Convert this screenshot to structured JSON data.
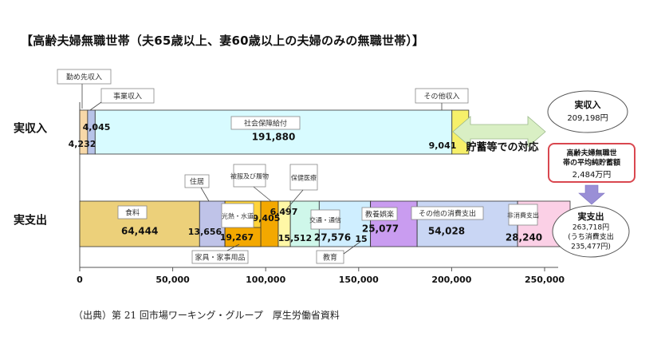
{
  "title": "【高齢夫婦無職世帯（夫65歳以上、妻60歳以上の夫婦のみの無職世帯）】",
  "source": "（出典）第 21 回市場ワーキング・グループ　厚生労働省資料",
  "colors": {
    "wage": "#f7d8a8",
    "business": "#b7c3e8",
    "social": "#d8fbff",
    "other_income": "#f6f06a",
    "food": "#ecd07a",
    "housing": "#bfc3e8",
    "utilities": "#ffd43b",
    "furniture": "#f3a800",
    "clothing": "#fff7a6",
    "medical": "#cff7ea",
    "transport": "#cfeeff",
    "education": "#dff4ff",
    "culture": "#c99cf0",
    "other_consumption": "#c9d6f4",
    "nonconsumption": "#fbd0e6",
    "arrow": "#d9efc4",
    "down_arrow": "#9a8fd6"
  },
  "chart_data": {
    "type": "bar",
    "orientation": "horizontal-stacked",
    "xlim": [
      0,
      250000
    ],
    "xticks": [
      0,
      50000,
      100000,
      150000,
      200000,
      250000
    ],
    "xtick_labels": [
      "0",
      "50,000",
      "100,000",
      "150,000",
      "200,000",
      "250,000"
    ],
    "categories": [
      "実収入",
      "実支出"
    ],
    "income": {
      "label": "実収入",
      "segments": [
        {
          "key": "wage",
          "value": 4232,
          "value_label": "4,232",
          "callout": "勤め先収入"
        },
        {
          "key": "business",
          "value": 4045,
          "value_label": "4,045",
          "callout": "事業収入"
        },
        {
          "key": "social",
          "value": 191880,
          "value_label": "191,880",
          "callout": "社会保障給付"
        },
        {
          "key": "other_income",
          "value": 9041,
          "value_label": "9,041",
          "callout": "その他収入"
        }
      ]
    },
    "expense": {
      "label": "実支出",
      "segments": [
        {
          "key": "food",
          "value": 64444,
          "value_label": "64,444",
          "callout": "食料"
        },
        {
          "key": "housing",
          "value": 13656,
          "value_label": "13,656",
          "callout": "住居"
        },
        {
          "key": "utilities",
          "value": 19267,
          "value_label": "19,267",
          "callout": "光熱・水道"
        },
        {
          "key": "furniture",
          "value": 9405,
          "value_label": "9,405",
          "callout": "家具・家事用品"
        },
        {
          "key": "clothing",
          "value": 6497,
          "value_label": "6,497",
          "callout": "被服及び履物"
        },
        {
          "key": "medical",
          "value": 15512,
          "value_label": "15,512",
          "callout": "保健医療"
        },
        {
          "key": "transport",
          "value": 27576,
          "value_label": "27,576",
          "callout": "交通・通信"
        },
        {
          "key": "education",
          "value": 15,
          "value_label": "15",
          "callout": "教育"
        },
        {
          "key": "culture",
          "value": 25077,
          "value_label": "25,077",
          "callout": "教養娯楽"
        },
        {
          "key": "other_consumption",
          "value": 54028,
          "value_label": "54,028",
          "callout": "その他の消費支出"
        },
        {
          "key": "nonconsumption",
          "value": 28240,
          "value_label": "28,240",
          "callout": "非消費支出"
        }
      ]
    },
    "annotations": {
      "savings_text": "貯蓄等での対応",
      "income_total_label": "実収入",
      "income_total_value": "209,198円",
      "savings_box_title": "高齢夫婦無職世帯の平均純貯蓄額",
      "savings_box_value": "2,484万円",
      "expense_total_label": "実支出",
      "expense_total_value": "263,718円",
      "expense_consumption_label": "うち消費支出",
      "expense_consumption_value": "235,477円"
    }
  }
}
